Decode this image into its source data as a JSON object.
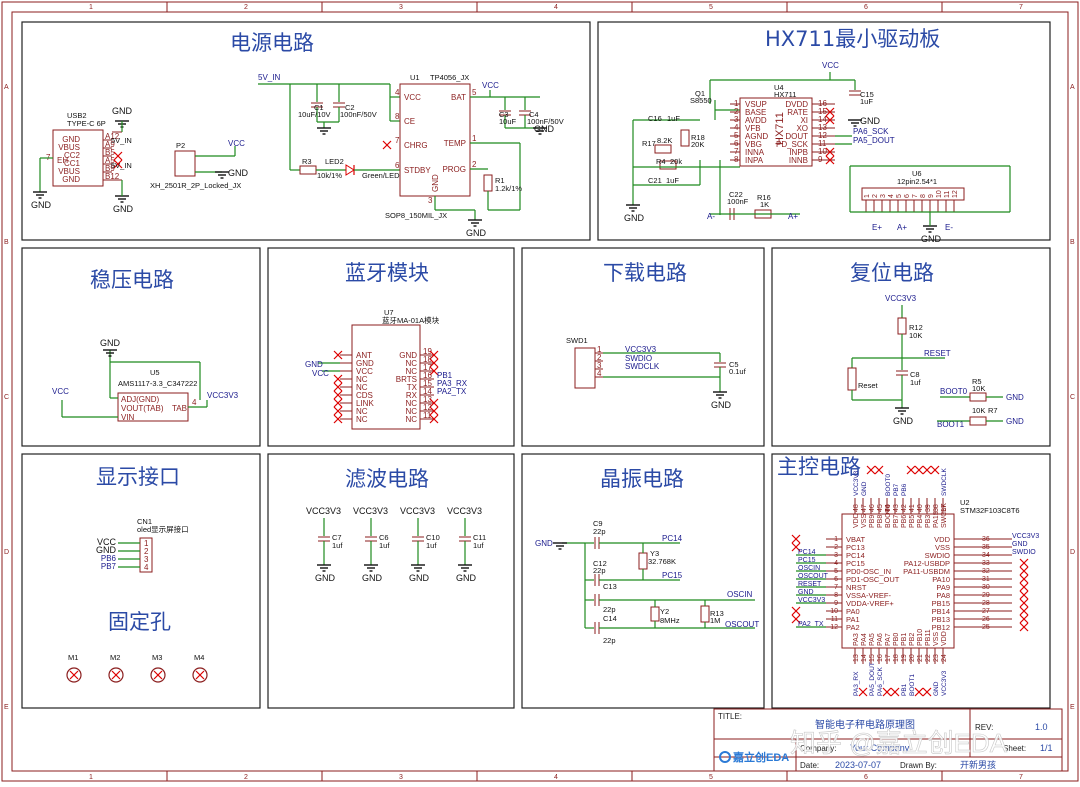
{
  "titles": {
    "power": "电源电路",
    "hx711": "HX711最小驱动板",
    "regulator": "稳压电路",
    "bluetooth": "蓝牙模块",
    "download": "下载电路",
    "reset": "复位电路",
    "display": "显示接口",
    "filter": "滤波电路",
    "crystal": "晶振电路",
    "mcu": "主控电路",
    "holes": "固定孔"
  },
  "border": {
    "cols": [
      "1",
      "2",
      "3",
      "4",
      "5",
      "6",
      "7"
    ],
    "rows": [
      "A",
      "B",
      "C",
      "D",
      "E"
    ]
  },
  "power": {
    "usb_ref": "USB2",
    "usb_val": "TYPE-C 6P",
    "usb_pins": [
      "GND",
      "VBUS",
      "CC2",
      "CC1",
      "VBUS",
      "GND"
    ],
    "usb_nums": [
      "A12",
      "A9",
      "B5",
      "A5",
      "B9",
      "B12"
    ],
    "eh": "EH",
    "eh_num": "7",
    "vin": "5V_IN",
    "p2_ref": "P2",
    "p2_val": "XH_2501R_2P_Locked_JX",
    "u1_ref": "U1",
    "u1_val": "TP4056_JX",
    "u1_pkg": "SOP8_150MIL_JX",
    "u1_pins_left": [
      "VCC",
      "CE",
      "CHRG",
      "STDBY"
    ],
    "u1_nums_left": [
      "4",
      "8",
      "7",
      "6"
    ],
    "u1_pins_right": [
      "BAT",
      "TEMP",
      "PROG"
    ],
    "u1_nums_right": [
      "5",
      "1",
      "2"
    ],
    "u1_gnd": "GND",
    "u1_gnd_num": "3",
    "c1": "C1",
    "c1_v": "10uF/10V",
    "c2": "C2",
    "c2_v": "100nF/50V",
    "c3": "C3",
    "c3_v": "10uF",
    "c4": "C4",
    "c4_v": "100nF/50V",
    "r1": "R1",
    "r1_v": "1.2k/1%",
    "r3": "R3",
    "r3_v": "10k/1%",
    "led2": "LED2",
    "led2_v": "Green/LED"
  },
  "hx": {
    "q1": "Q1",
    "q1_v": "S8550",
    "u4": "U4",
    "u4_v": "HX711",
    "pins_left": [
      "VSUP",
      "BASE",
      "AVDD",
      "VFB",
      "AGND",
      "VBG",
      "INNA",
      "INPA"
    ],
    "nums_left": [
      "1",
      "2",
      "3",
      "4",
      "5",
      "6",
      "7",
      "8"
    ],
    "pins_right": [
      "DVDD",
      "RATE",
      "XI",
      "XO",
      "DOUT",
      "PD_SCK",
      "INPB",
      "INNB"
    ],
    "nums_right": [
      "16",
      "15",
      "14",
      "13",
      "12",
      "11",
      "10",
      "9"
    ],
    "chip_label": "HX711",
    "c15": "C15",
    "c15_v": "1uF",
    "c16": "C16",
    "c16_v": "1uF",
    "c21": "C21",
    "c21_v": "1uF",
    "c22": "C22",
    "c22_v": "100nF",
    "r17": "R17",
    "r17_v": "8.2K",
    "r18": "R18",
    "r18_v": "20K",
    "r4": "R4",
    "r4_v": "20k",
    "r16": "R16",
    "r16_v": "1K",
    "sck": "PA6_SCK",
    "dout": "PA5_DOUT",
    "u6": "U6",
    "u6_v": "12pin2.54*1",
    "u6_nums": [
      "1",
      "2",
      "3",
      "4",
      "5",
      "6",
      "7",
      "8",
      "9",
      "10",
      "11",
      "12"
    ],
    "a_minus": "A-",
    "a_plus": "A+",
    "e_plus": "E+",
    "e_minus": "E-"
  },
  "reg": {
    "u5": "U5",
    "u5_v": "AMS1117-3.3_C347222",
    "pins": [
      "ADJ(GND)",
      "VOUT(TAB)",
      "VIN"
    ],
    "nums": [
      "1",
      "2",
      "3"
    ],
    "tab": "TAB",
    "tab_num": "4"
  },
  "bt": {
    "u7": "U7",
    "u7_v": "蓝牙MA-01A模块",
    "left": [
      "ANT",
      "GND",
      "VCC",
      "NC",
      "NC",
      "CDS",
      "LINK",
      "NC",
      "NC"
    ],
    "right": [
      "GND",
      "NC",
      "NC",
      "BRTS",
      "TX",
      "RX",
      "NC",
      "NC",
      "NC"
    ],
    "rnums": [
      "19",
      "18",
      "17",
      "16",
      "15",
      "14",
      "13",
      "12",
      "11"
    ],
    "nets": [
      "PB1",
      "PA3_RX",
      "PA2_TX"
    ]
  },
  "dl": {
    "swd1": "SWD1",
    "nets": [
      "VCC3V3",
      "SWDIO",
      "SWDCLK"
    ],
    "nums": [
      "1",
      "2",
      "3",
      "4"
    ],
    "c5": "C5",
    "c5_v": "0.1uf"
  },
  "rst": {
    "r12": "R12",
    "r12_v": "10K",
    "c8": "C8",
    "c8_v": "1uf",
    "reset_net": "RESET",
    "reset_btn": "Reset",
    "r5": "R5",
    "r5_v": "10K",
    "r7": "R7",
    "r7_v": "10K",
    "boot0": "BOOT0",
    "boot1": "BOOT1"
  },
  "disp": {
    "cn1": "CN1",
    "cn1_v": "oled显示屏接口",
    "nets": [
      "VCC",
      "GND",
      "PB6",
      "PB7"
    ],
    "nums": [
      "1",
      "2",
      "3",
      "4"
    ]
  },
  "filt": {
    "caps": [
      {
        "ref": "C7",
        "val": "1uf"
      },
      {
        "ref": "C6",
        "val": "1uf"
      },
      {
        "ref": "C10",
        "val": "1uf"
      },
      {
        "ref": "C11",
        "val": "1uf"
      }
    ]
  },
  "xtal": {
    "c9": "C9",
    "c9_v": "22p",
    "c12": "C12",
    "c12_v": "22p",
    "c13": "C13",
    "c13_v": "22p",
    "c14": "C14",
    "c14_v": "22p",
    "y3": "Y3",
    "y3_v": "32.768K",
    "y2": "Y2",
    "y2_v": "8MHz",
    "r13": "R13",
    "r13_v": "1M",
    "pc14": "PC14",
    "pc15": "PC15",
    "oscin": "OSCIN",
    "oscout": "OSCOUT"
  },
  "mcu": {
    "u2": "U2",
    "u2_v": "STM32F103C8T6",
    "left": [
      "VBAT",
      "PC13",
      "PC14",
      "PC15",
      "PD0-OSC_IN",
      "PD1-OSC_OUT",
      "NRST",
      "VSSA-VREF-",
      "VDDA-VREF+",
      "PA0",
      "PA1",
      "PA2"
    ],
    "lnums": [
      "1",
      "2",
      "3",
      "4",
      "5",
      "6",
      "7",
      "8",
      "9",
      "10",
      "11",
      "12"
    ],
    "right": [
      "VDD",
      "VSS",
      "SWDIO",
      "PA12-USBDP",
      "PA11-USBDM",
      "PA10",
      "PA9",
      "PA8",
      "PB15",
      "PB14",
      "PB13",
      "PB12"
    ],
    "rnums": [
      "36",
      "35",
      "34",
      "33",
      "32",
      "31",
      "30",
      "29",
      "28",
      "27",
      "26",
      "25"
    ],
    "lnets": [
      "",
      "",
      "PC14",
      "PC15",
      "OSCIN",
      "OSCOUT",
      "RESET",
      "GND",
      "VCC3V3",
      "",
      "",
      "PA2_TX"
    ],
    "rnets": [
      "VCC3V3",
      "GND",
      "SWDIO",
      "",
      "",
      "",
      "",
      "",
      "",
      "",
      "",
      ""
    ],
    "top": [
      "VDD",
      "VSS",
      "PB9",
      "PB8",
      "BOOT0",
      "PB7",
      "PB6",
      "PB5",
      "PB4",
      "PB3",
      "PA15",
      "SWCLK"
    ],
    "tnums": [
      "48",
      "47",
      "46",
      "45",
      "44",
      "43",
      "42",
      "41",
      "40",
      "39",
      "38",
      "37"
    ],
    "tnets": [
      "VCC3V3",
      "GND",
      "",
      "",
      "BOOT0",
      "PB7",
      "PB6",
      "",
      "",
      "",
      "",
      "SWDCLK"
    ],
    "bottom": [
      "PA3",
      "PA4",
      "PA5",
      "PA6",
      "PA7",
      "PB0",
      "PB1",
      "PB2",
      "PB10",
      "PB11",
      "VSS",
      "VDD"
    ],
    "bnums": [
      "13",
      "14",
      "15",
      "16",
      "17",
      "18",
      "19",
      "20",
      "21",
      "22",
      "23",
      "24"
    ],
    "bnets": [
      "PA3_RX",
      "",
      "PA5_DOUT",
      "PA6_SCK",
      "",
      "",
      "PB1",
      "BOOT1",
      "",
      "",
      "GND",
      "VCC3V3"
    ]
  },
  "holes": {
    "items": [
      "M1",
      "M2",
      "M3",
      "M4"
    ]
  },
  "common": {
    "gnd": "GND",
    "vcc": "VCC",
    "vcc3": "VCC3V3"
  },
  "titleblock": {
    "title_label": "TITLE:",
    "title_value": "智能电子秤电路原理图",
    "company_label": "Company:",
    "company_value": "Your Company",
    "date_label": "Date:",
    "date_value": "2023-07-07",
    "drawn_label": "Drawn By:",
    "drawn_value": "开新男孩",
    "rev_label": "REV:",
    "rev_value": "1.0",
    "sheet_label": "Sheet:",
    "sheet_value": "1/1",
    "logo": "嘉立创EDA",
    "watermark": "知乎 @嘉立创EDA"
  },
  "colors": {
    "wire": "#1f8a1f",
    "pin": "#8b1e1e",
    "title": "#2b4aa6",
    "net": "#1a1a8c",
    "noconn": "#d00000"
  }
}
